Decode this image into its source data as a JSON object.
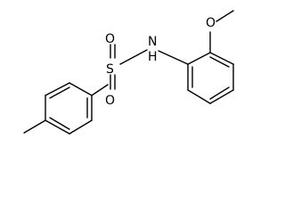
{
  "molecule": {
    "atoms": {
      "sulfur": "S",
      "oxygen_top": "O",
      "oxygen_bottom": "O",
      "nitrogen": "N",
      "hydrogen": "H",
      "methoxy_oxygen": "O"
    }
  },
  "colors": {
    "ink": "#000000",
    "background": "#ffffff"
  }
}
